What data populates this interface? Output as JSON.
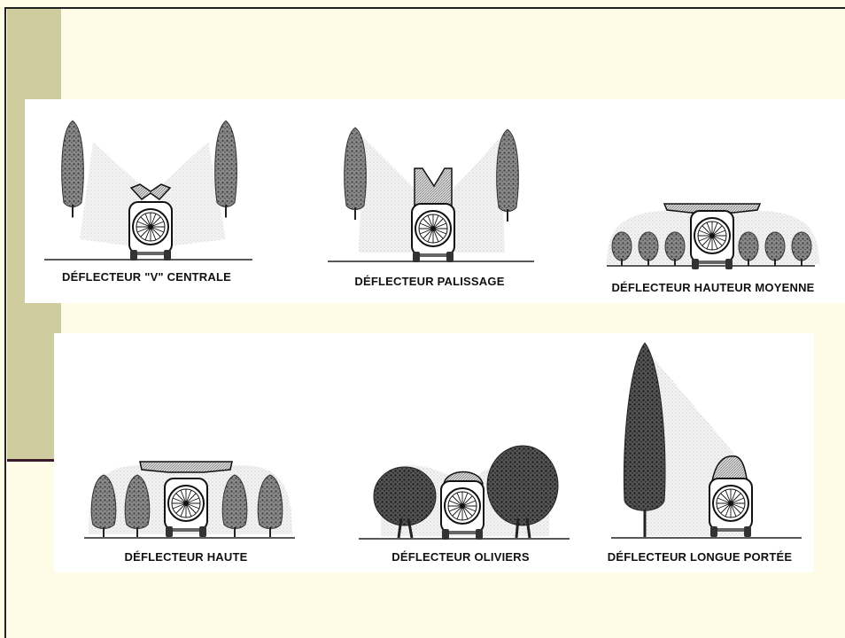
{
  "slide": {
    "accent_color": "#cfcda0",
    "background_color": "#fefce6",
    "rule_color": "#3a1a2a"
  },
  "diagrams": [
    {
      "id": "v-centrale",
      "caption": "DÉFLECTEUR \"V\" CENTRALE"
    },
    {
      "id": "palissage",
      "caption": "DÉFLECTEUR PALISSAGE"
    },
    {
      "id": "hauteur-moyenne",
      "caption": "DÉFLECTEUR HAUTEUR MOYENNE"
    },
    {
      "id": "haute",
      "caption": "DÉFLECTEUR HAUTE"
    },
    {
      "id": "oliviers",
      "caption": "DÉFLECTEUR OLIVIERS"
    },
    {
      "id": "longue-portee",
      "caption": "DÉFLECTEUR LONGUE PORTÉE"
    }
  ]
}
